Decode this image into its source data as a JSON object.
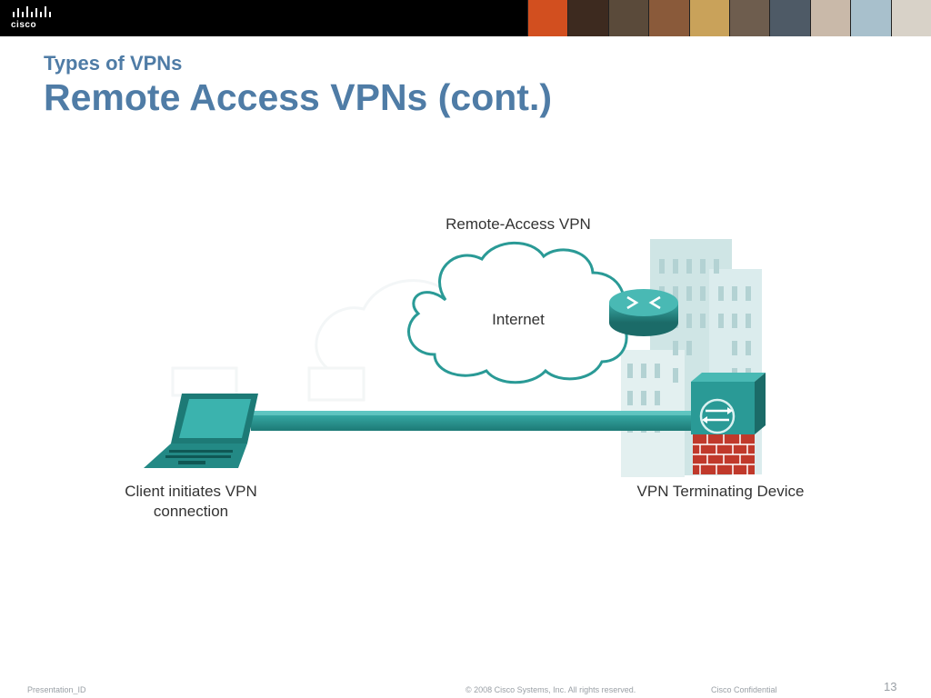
{
  "header": {
    "logo_text": "cisco",
    "photo_colors": [
      "#d24f1f",
      "#3d2a1f",
      "#5a4a3a",
      "#8a5a3a",
      "#c9a25a",
      "#6e5d4e",
      "#4e5a66",
      "#c9b9a9",
      "#a8c0cc",
      "#d8d2c8"
    ]
  },
  "slide": {
    "subtitle": "Types of VPNs",
    "title": "Remote Access VPNs (cont.)"
  },
  "diagram": {
    "vpn_label": "Remote-Access VPN",
    "internet_label": "Internet",
    "client_label_line1": "Client initiates VPN",
    "client_label_line2": "connection",
    "terminating_label": "VPN Terminating Device",
    "colors": {
      "teal": "#2a9a96",
      "teal_dark": "#1d6f6c",
      "building": "#cfe5e5",
      "firewall": "#c0392b"
    }
  },
  "footer": {
    "presentation_id": "Presentation_ID",
    "copyright": "© 2008 Cisco Systems, Inc. All rights reserved.",
    "confidential": "Cisco Confidential",
    "page_number": "13"
  }
}
